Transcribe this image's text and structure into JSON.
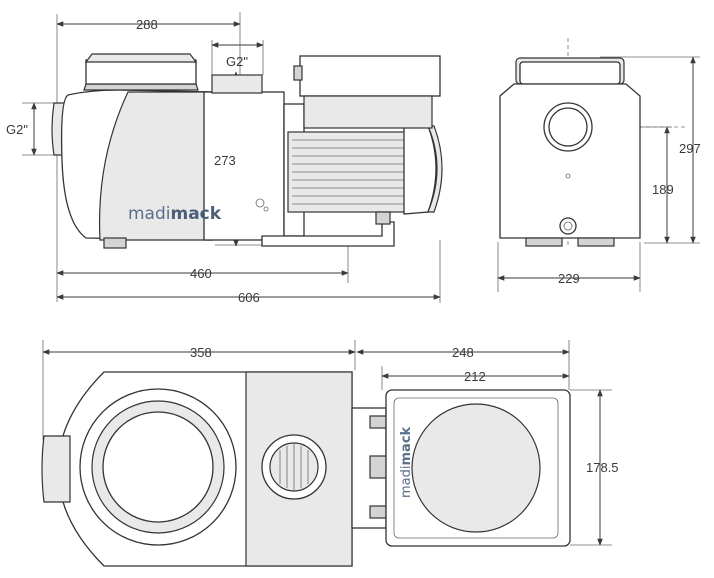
{
  "dimensions": {
    "side_top_width": "288",
    "side_port_label": "G2\"",
    "side_inlet_label": "G2\"",
    "side_port_height": "273",
    "side_base_length": "460",
    "side_total_length": "606",
    "end_total_height": "297",
    "end_inlet_height": "189",
    "end_width": "229",
    "top_pump_length": "358",
    "top_motor_length": "248",
    "top_motor_body_length": "212",
    "top_motor_width": "178.5"
  },
  "brand": {
    "part1": "madi",
    "part2": "mack"
  },
  "colors": {
    "line": "#3a3a3a",
    "shade": "#e9e9e9",
    "brand": "#5a6f8a"
  }
}
